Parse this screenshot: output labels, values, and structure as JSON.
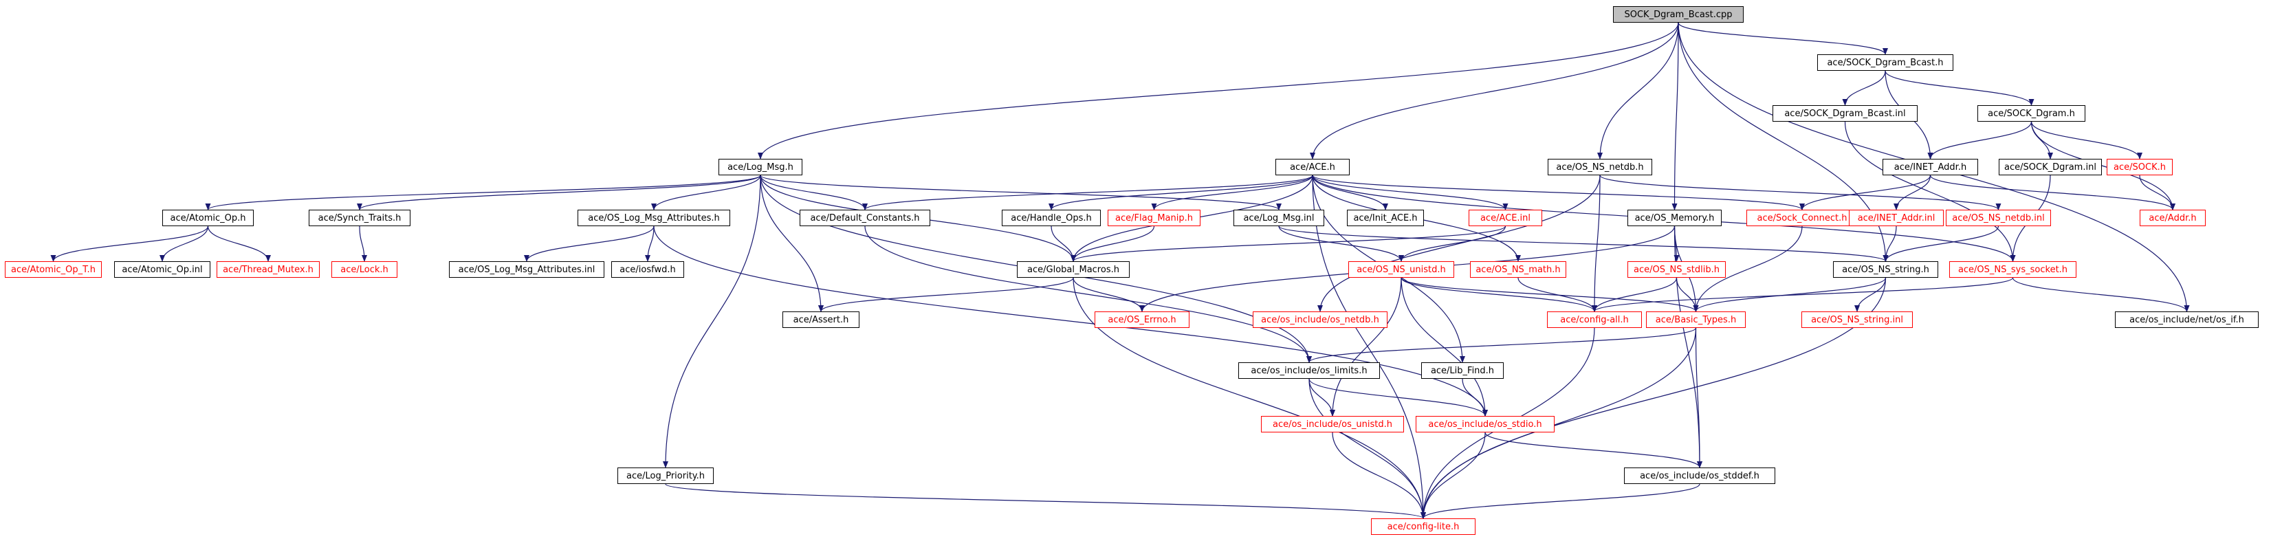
{
  "colors": {
    "edge": "#191970",
    "node_border": "#000000",
    "missing_text": "#ff0000",
    "root_fill": "#bfbfbf"
  },
  "nodes": {
    "root": {
      "label": "SOCK_Dgram_Bcast.cpp"
    },
    "bcast_h": {
      "label": "ace/SOCK_Dgram_Bcast.h"
    },
    "bcast_inl": {
      "label": "ace/SOCK_Dgram_Bcast.inl"
    },
    "dgram_h": {
      "label": "ace/SOCK_Dgram.h"
    },
    "inet_addr_h": {
      "label": "ace/INET_Addr.h"
    },
    "dgram_inl": {
      "label": "ace/SOCK_Dgram.inl"
    },
    "sock_h": {
      "label": "ace/SOCK.h"
    },
    "addr_h": {
      "label": "ace/Addr.h"
    },
    "ns_netdb_h": {
      "label": "ace/OS_NS_netdb.h"
    },
    "ace_h": {
      "label": "ace/ACE.h"
    },
    "log_msg_h": {
      "label": "ace/Log_Msg.h"
    },
    "atomic_op_h": {
      "label": "ace/Atomic_Op.h"
    },
    "synch_traits_h": {
      "label": "ace/Synch_Traits.h"
    },
    "log_msg_attr_h": {
      "label": "ace/OS_Log_Msg_Attributes.h"
    },
    "default_constants_h": {
      "label": "ace/Default_Constants.h"
    },
    "handle_ops_h": {
      "label": "ace/Handle_Ops.h"
    },
    "flag_manip_h": {
      "label": "ace/Flag_Manip.h"
    },
    "log_msg_inl": {
      "label": "ace/Log_Msg.inl"
    },
    "init_ace_h": {
      "label": "ace/Init_ACE.h"
    },
    "ace_inl": {
      "label": "ace/ACE.inl"
    },
    "os_memory_h": {
      "label": "ace/OS_Memory.h"
    },
    "sock_connect_h": {
      "label": "ace/Sock_Connect.h"
    },
    "inet_addr_inl": {
      "label": "ace/INET_Addr.inl"
    },
    "ns_netdb_inl": {
      "label": "ace/OS_NS_netdb.inl"
    },
    "atomic_op_t_h": {
      "label": "ace/Atomic_Op_T.h"
    },
    "atomic_op_inl": {
      "label": "ace/Atomic_Op.inl"
    },
    "thread_mutex_h": {
      "label": "ace/Thread_Mutex.h"
    },
    "lock_h": {
      "label": "ace/Lock.h"
    },
    "log_msg_attr_inl": {
      "label": "ace/OS_Log_Msg_Attributes.inl"
    },
    "iosfwd_h": {
      "label": "ace/iosfwd.h"
    },
    "global_macros_h": {
      "label": "ace/Global_Macros.h"
    },
    "ns_unistd_h": {
      "label": "ace/OS_NS_unistd.h"
    },
    "ns_math_h": {
      "label": "ace/OS_NS_math.h"
    },
    "ns_stdlib_h": {
      "label": "ace/OS_NS_stdlib.h"
    },
    "ns_string_h": {
      "label": "ace/OS_NS_string.h"
    },
    "ns_sys_socket_h": {
      "label": "ace/OS_NS_sys_socket.h"
    },
    "assert_h": {
      "label": "ace/Assert.h"
    },
    "os_errno_h": {
      "label": "ace/OS_Errno.h"
    },
    "oi_netdb_h": {
      "label": "ace/os_include/os_netdb.h"
    },
    "config_all_h": {
      "label": "ace/config-all.h"
    },
    "basic_types_h": {
      "label": "ace/Basic_Types.h"
    },
    "ns_string_inl": {
      "label": "ace/OS_NS_string.inl"
    },
    "oi_net_if_h": {
      "label": "ace/os_include/net/os_if.h"
    },
    "oi_limits_h": {
      "label": "ace/os_include/os_limits.h"
    },
    "lib_find_h": {
      "label": "ace/Lib_Find.h"
    },
    "oi_unistd_h": {
      "label": "ace/os_include/os_unistd.h"
    },
    "oi_stdio_h": {
      "label": "ace/os_include/os_stdio.h"
    },
    "log_priority_h": {
      "label": "ace/Log_Priority.h"
    },
    "oi_stddef_h": {
      "label": "ace/os_include/os_stddef.h"
    },
    "config_lite_h": {
      "label": "ace/config-lite.h"
    }
  }
}
